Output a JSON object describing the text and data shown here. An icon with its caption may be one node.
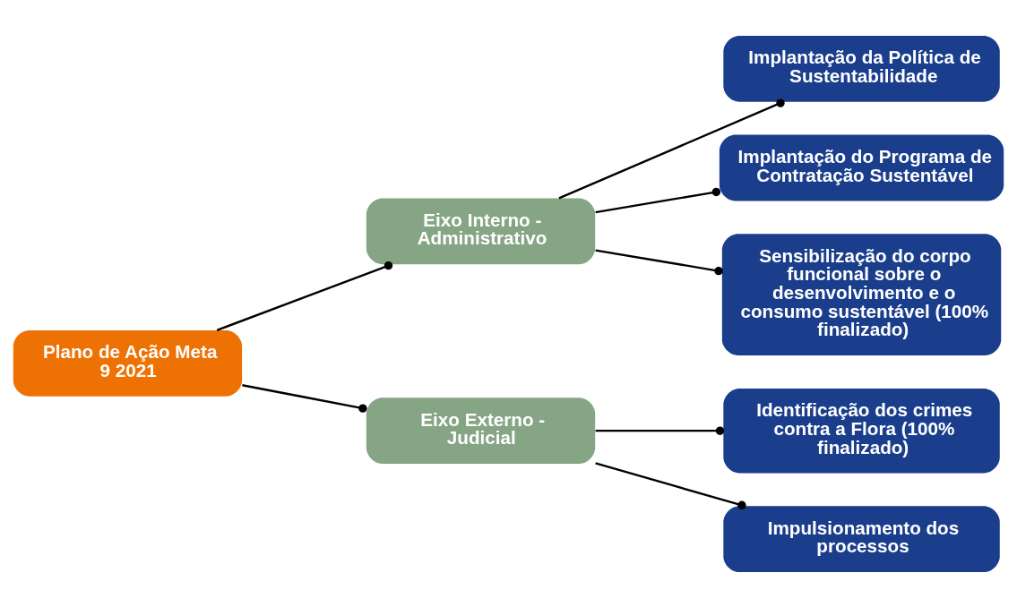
{
  "diagram": {
    "nodes": [
      {
        "text": [
          "Plano de Ação Meta 9 2021"
        ]
      },
      {
        "text": [
          "Eixo Interno - Administrativo"
        ]
      },
      {
        "text": [
          "Eixo Externo - Judicial"
        ]
      },
      {
        "text": [
          "Implantação da Política de Sustentabilidade"
        ]
      },
      {
        "text": [
          "Implantação do Programa de Contratação Sustentável"
        ]
      },
      {
        "text": [
          "Sensibilização do corpo funcional sobre o desenvolvimento e o consumo sustentável (100% finalizado)"
        ]
      },
      {
        "text": [
          "Identificação dos crimes contra a Flora (100% finalizado)"
        ]
      },
      {
        "text": [
          "Impulsionamento dos processos"
        ]
      }
    ],
    "edges": [
      {
        "from": 0,
        "to": 1,
        "arrow": "other"
      },
      {
        "from": 0,
        "to": 2,
        "arrow": "other"
      },
      {
        "from": 1,
        "to": 3,
        "arrow": "other"
      },
      {
        "from": 1,
        "to": 4,
        "arrow": "other"
      },
      {
        "from": 1,
        "to": 5,
        "arrow": "other"
      },
      {
        "from": 2,
        "to": 6,
        "arrow": "other"
      },
      {
        "from": 2,
        "to": 7,
        "arrow": "other"
      }
    ]
  }
}
